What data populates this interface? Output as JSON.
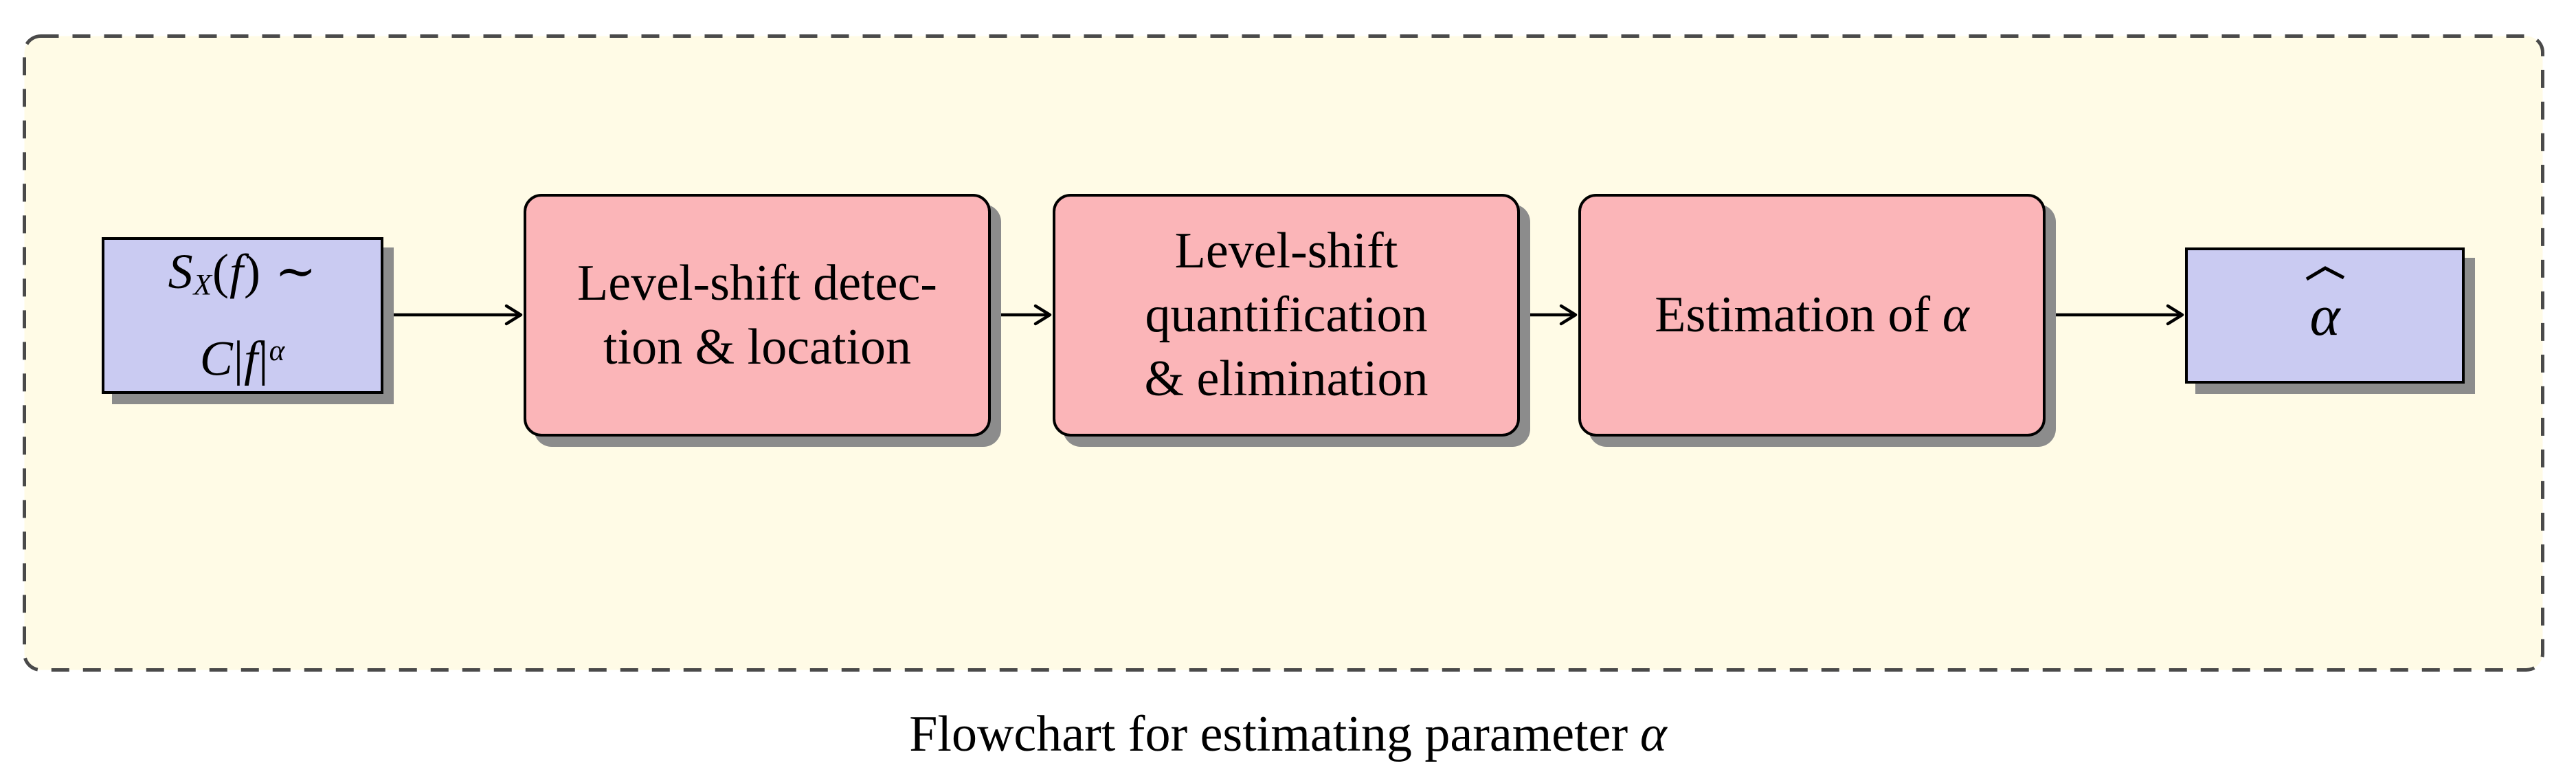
{
  "diagram": {
    "caption": {
      "text": "Flowchart for estimating parameter",
      "alpha": "α"
    },
    "source_box": {
      "line1": {
        "S": "S",
        "sub": "X",
        "open": "(",
        "f": "f",
        "close": ")",
        "tilde": "∼"
      },
      "line2": {
        "C": "C",
        "bar1": "|",
        "f": "f",
        "bar2": "|",
        "sup": "α"
      }
    },
    "process_boxes": [
      {
        "lines": [
          "Level-shift detec-",
          "tion & location"
        ]
      },
      {
        "lines": [
          "Level-shift",
          "quantification",
          "& elimination"
        ]
      },
      {
        "text": "Estimation of",
        "alpha": "α"
      }
    ],
    "result_box": {
      "alpha": "α"
    }
  },
  "colors": {
    "canvas_background": "#FFFFFF",
    "frame_fill": "#FFFBE6",
    "frame_dash": "#4A4A4A",
    "box_blue": "#CACBF2",
    "box_pink": "#FBB5B8",
    "box_border": "#000000",
    "shadow": "#8C8C8C",
    "text": "#000000"
  }
}
